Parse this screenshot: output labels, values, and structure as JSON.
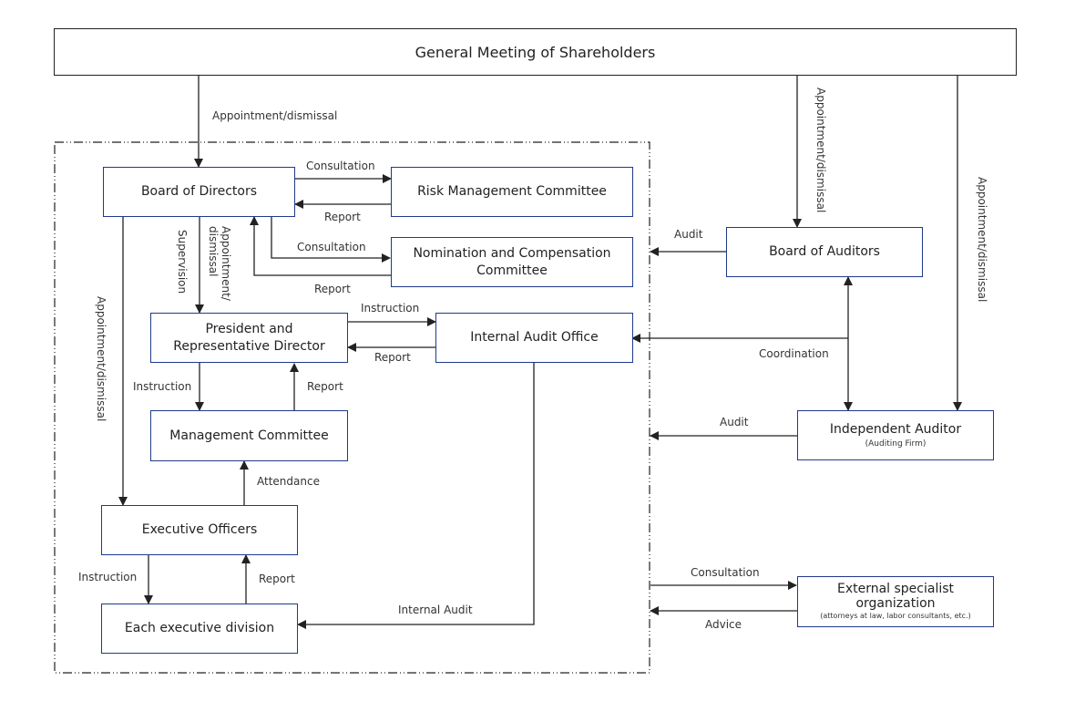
{
  "boxes": {
    "general_meeting": "General Meeting of Shareholders",
    "board_of_directors": "Board of Directors",
    "risk_management": "Risk Management Committee",
    "nomination_line1": "Nomination and Compensation",
    "nomination_line2": "Committee",
    "president_line1": "President and",
    "president_line2": "Representative Director",
    "internal_audit_office": "Internal Audit Office",
    "management_committee": "Management Committee",
    "executive_officers": "Executive Officers",
    "each_division": "Each executive division",
    "board_of_auditors": "Board of Auditors",
    "independent_auditor": "Independent Auditor",
    "independent_auditor_sub": "(Auditing Firm)",
    "external_line1": "External specialist",
    "external_line2": "organization",
    "external_sub": "(attorneys at law, labor consultants, etc.)"
  },
  "labels": {
    "gm_to_bod": "Appointment/dismissal",
    "bod_risk_consult": "Consultation",
    "risk_bod_report": "Report",
    "bod_nom_consult": "Consultation",
    "nom_bod_report": "Report",
    "supervision": "Supervision",
    "appoint_pres_1": "Appointment/",
    "appoint_pres_2": "dismissal",
    "bod_exec_appoint": "Appointment/dismissal",
    "pres_iao_instruction": "Instruction",
    "iao_pres_report": "Report",
    "pres_mc_instruction": "Instruction",
    "mc_pres_report": "Report",
    "attendance": "Attendance",
    "exec_div_instruction": "Instruction",
    "div_exec_report": "Report",
    "internal_audit": "Internal Audit",
    "gm_boa_appoint": "Appointment/dismissal",
    "gm_ia_appoint": "Appointment/dismissal",
    "boa_audit": "Audit",
    "coordination": "Coordination",
    "ia_audit": "Audit",
    "ext_consultation": "Consultation",
    "ext_advice": "Advice"
  },
  "colors": {
    "box_border": "#1f3a8a",
    "line": "#222222"
  }
}
